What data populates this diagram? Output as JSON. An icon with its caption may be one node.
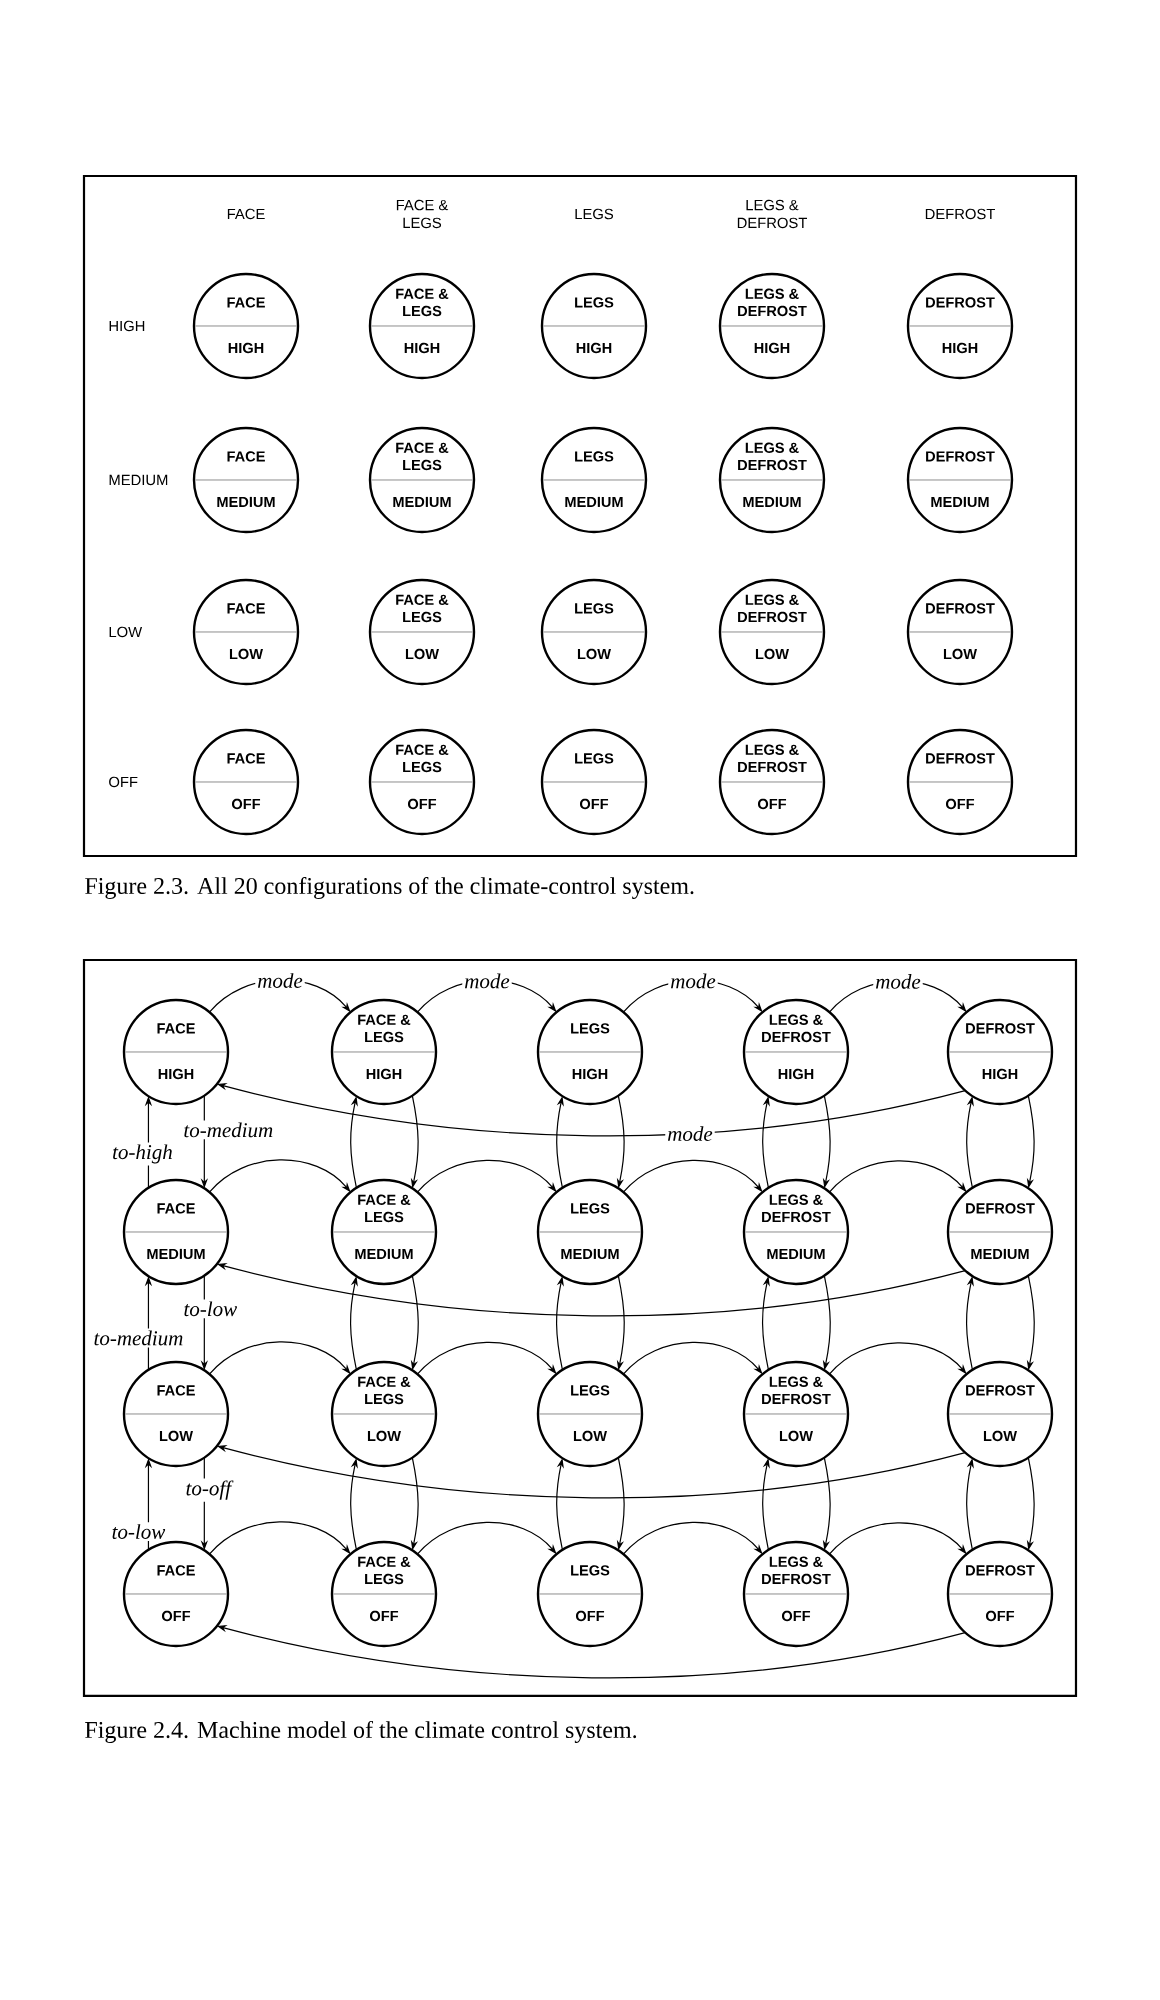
{
  "diagram": {
    "nodes": [
      {
        "text": [],
        "shape": "box"
      },
      {
        "text": [
          "FACE",
          "HIGH"
        ],
        "in": 0
      },
      {
        "text": [
          "FACE & LEGS",
          "HIGH"
        ],
        "in": 0
      },
      {
        "text": [
          "LEGS",
          "HIGH"
        ],
        "in": 0
      },
      {
        "text": [
          "LEGS & DEFROST",
          "HIGH"
        ],
        "in": 0
      },
      {
        "text": [
          "DEFROST",
          "HIGH"
        ],
        "in": 0
      },
      {
        "text": [
          "FACE",
          "MEDIUM"
        ],
        "in": 0
      },
      {
        "text": [
          "FACE & LEGS",
          "MEDIUM"
        ],
        "in": 0
      },
      {
        "text": [
          "LEGS",
          "MEDIUM"
        ],
        "in": 0
      },
      {
        "text": [
          "LEGS & DEFROST",
          "MEDIUM"
        ],
        "in": 0
      },
      {
        "text": [
          "DEFROST",
          "MEDIUM"
        ],
        "in": 0
      },
      {
        "text": [
          "FACE",
          "LOW"
        ],
        "in": 0
      },
      {
        "text": [
          "FACE & LEGS",
          "LOW"
        ],
        "in": 0
      },
      {
        "text": [
          "LEGS",
          "LOW"
        ],
        "in": 0
      },
      {
        "text": [
          "LEGS & DEFROST",
          "LOW"
        ],
        "in": 0
      },
      {
        "text": [
          "DEFROST",
          "LOW"
        ],
        "in": 0
      },
      {
        "text": [
          "FACE",
          "OFF"
        ],
        "in": 0
      },
      {
        "text": [
          "FACE & LEGS",
          "OFF"
        ],
        "in": 0
      },
      {
        "text": [
          "LEGS",
          "OFF"
        ],
        "in": 0
      },
      {
        "text": [
          "LEGS & DEFROST",
          "OFF"
        ],
        "in": 0
      },
      {
        "text": [
          "DEFROST",
          "OFF"
        ],
        "in": 0
      },
      {
        "text": [],
        "shape": "box"
      },
      {
        "text": [
          "FACE",
          "HIGH"
        ],
        "in": 21
      },
      {
        "text": [
          "FACE & LEGS",
          "HIGH"
        ],
        "in": 21
      },
      {
        "text": [
          "LEGS",
          "HIGH"
        ],
        "in": 21
      },
      {
        "text": [
          "LEGS & DEFROST",
          "HIGH"
        ],
        "in": 21
      },
      {
        "text": [
          "DEFROST",
          "HIGH"
        ],
        "in": 21
      },
      {
        "text": [
          "FACE",
          "MEDIUM"
        ],
        "in": 21
      },
      {
        "text": [
          "FACE & LEGS",
          "MEDIUM"
        ],
        "in": 21
      },
      {
        "text": [
          "LEGS",
          "MEDIUM"
        ],
        "in": 21
      },
      {
        "text": [
          "LEGS & DEFROST",
          "MEDIUM"
        ],
        "in": 21
      },
      {
        "text": [
          "DEFROST",
          "MEDIUM"
        ],
        "in": 21
      },
      {
        "text": [
          "FACE",
          "LOW"
        ],
        "in": 21
      },
      {
        "text": [
          "FACE & LEGS",
          "LOW"
        ],
        "in": 21
      },
      {
        "text": [
          "LEGS",
          "LOW"
        ],
        "in": 21
      },
      {
        "text": [
          "LEGS & DEFROST",
          "LOW"
        ],
        "in": 21
      },
      {
        "text": [
          "DEFROST",
          "LOW"
        ],
        "in": 21
      },
      {
        "text": [
          "FACE",
          "OFF"
        ],
        "in": 21
      },
      {
        "text": [
          "FACE & LEGS",
          "OFF"
        ],
        "in": 21
      },
      {
        "text": [
          "LEGS",
          "OFF"
        ],
        "in": 21
      },
      {
        "text": [
          "LEGS & DEFROST",
          "OFF"
        ],
        "in": 21
      },
      {
        "text": [
          "DEFROST",
          "OFF"
        ],
        "in": 21
      }
    ],
    "edges": [
      {
        "from": 22,
        "to": 23,
        "arrow": "to",
        "label": "mode"
      },
      {
        "from": 23,
        "to": 24,
        "arrow": "to",
        "label": "mode"
      },
      {
        "from": 24,
        "to": 25,
        "arrow": "to",
        "label": "mode"
      },
      {
        "from": 25,
        "to": 26,
        "arrow": "to",
        "label": "mode"
      },
      {
        "from": 26,
        "to": 22,
        "arrow": "to",
        "label": "mode"
      },
      {
        "from": 27,
        "to": 28,
        "arrow": "to"
      },
      {
        "from": 28,
        "to": 29,
        "arrow": "to"
      },
      {
        "from": 29,
        "to": 30,
        "arrow": "to"
      },
      {
        "from": 30,
        "to": 31,
        "arrow": "to"
      },
      {
        "from": 31,
        "to": 27,
        "arrow": "to"
      },
      {
        "from": 32,
        "to": 33,
        "arrow": "to"
      },
      {
        "from": 33,
        "to": 34,
        "arrow": "to"
      },
      {
        "from": 34,
        "to": 35,
        "arrow": "to"
      },
      {
        "from": 35,
        "to": 36,
        "arrow": "to"
      },
      {
        "from": 36,
        "to": 32,
        "arrow": "to"
      },
      {
        "from": 37,
        "to": 38,
        "arrow": "to"
      },
      {
        "from": 38,
        "to": 39,
        "arrow": "to"
      },
      {
        "from": 39,
        "to": 40,
        "arrow": "to"
      },
      {
        "from": 40,
        "to": 41,
        "arrow": "to"
      },
      {
        "from": 41,
        "to": 37,
        "arrow": "to"
      },
      {
        "from": 22,
        "to": 27,
        "arrow": "to",
        "label": "to-medium"
      },
      {
        "from": 27,
        "to": 22,
        "arrow": "to",
        "label": "to-high"
      },
      {
        "from": 23,
        "to": 28,
        "arrow": "to"
      },
      {
        "from": 28,
        "to": 23,
        "arrow": "to"
      },
      {
        "from": 24,
        "to": 29,
        "arrow": "to"
      },
      {
        "from": 29,
        "to": 24,
        "arrow": "to"
      },
      {
        "from": 25,
        "to": 30,
        "arrow": "to"
      },
      {
        "from": 30,
        "to": 25,
        "arrow": "to"
      },
      {
        "from": 26,
        "to": 31,
        "arrow": "to"
      },
      {
        "from": 31,
        "to": 26,
        "arrow": "to"
      },
      {
        "from": 27,
        "to": 32,
        "arrow": "to",
        "label": "to-low"
      },
      {
        "from": 32,
        "to": 27,
        "arrow": "to",
        "label": "to-medium"
      },
      {
        "from": 28,
        "to": 33,
        "arrow": "to"
      },
      {
        "from": 33,
        "to": 28,
        "arrow": "to"
      },
      {
        "from": 29,
        "to": 34,
        "arrow": "to"
      },
      {
        "from": 34,
        "to": 29,
        "arrow": "to"
      },
      {
        "from": 30,
        "to": 35,
        "arrow": "to"
      },
      {
        "from": 35,
        "to": 30,
        "arrow": "to"
      },
      {
        "from": 31,
        "to": 36,
        "arrow": "to"
      },
      {
        "from": 36,
        "to": 31,
        "arrow": "to"
      },
      {
        "from": 32,
        "to": 37,
        "arrow": "to",
        "label": "to-off"
      },
      {
        "from": 37,
        "to": 32,
        "arrow": "to",
        "label": "to-low"
      },
      {
        "from": 33,
        "to": 38,
        "arrow": "to"
      },
      {
        "from": 38,
        "to": 33,
        "arrow": "to"
      },
      {
        "from": 34,
        "to": 39,
        "arrow": "to"
      },
      {
        "from": 39,
        "to": 34,
        "arrow": "to"
      },
      {
        "from": 35,
        "to": 40,
        "arrow": "to"
      },
      {
        "from": 40,
        "to": 35,
        "arrow": "to"
      },
      {
        "from": 36,
        "to": 41,
        "arrow": "to"
      },
      {
        "from": 41,
        "to": 36,
        "arrow": "to"
      }
    ],
    "labels": [
      "FACE",
      "FACE & LEGS",
      "LEGS",
      "LEGS & DEFROST",
      "DEFROST",
      "HIGH",
      "MEDIUM",
      "LOW",
      "OFF",
      "Figure 2.3. All 20 configurations of the climate-control system.",
      "Figure 2.4. Machine model of the climate control system."
    ]
  }
}
